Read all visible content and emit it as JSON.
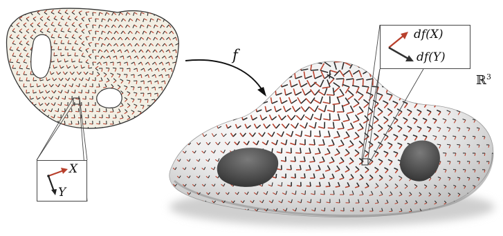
{
  "figure": {
    "labels": {
      "map": "f",
      "space": "ℝ",
      "space_exp": "3",
      "x": "X",
      "y": "Y",
      "dfx": "df(X)",
      "dfy": "df(Y)"
    },
    "colors": {
      "surface": "#f2efe4",
      "surface_edge": "#333333",
      "arrow_red": "#b8402c",
      "arrow_dark": "#2b2b2b"
    }
  }
}
